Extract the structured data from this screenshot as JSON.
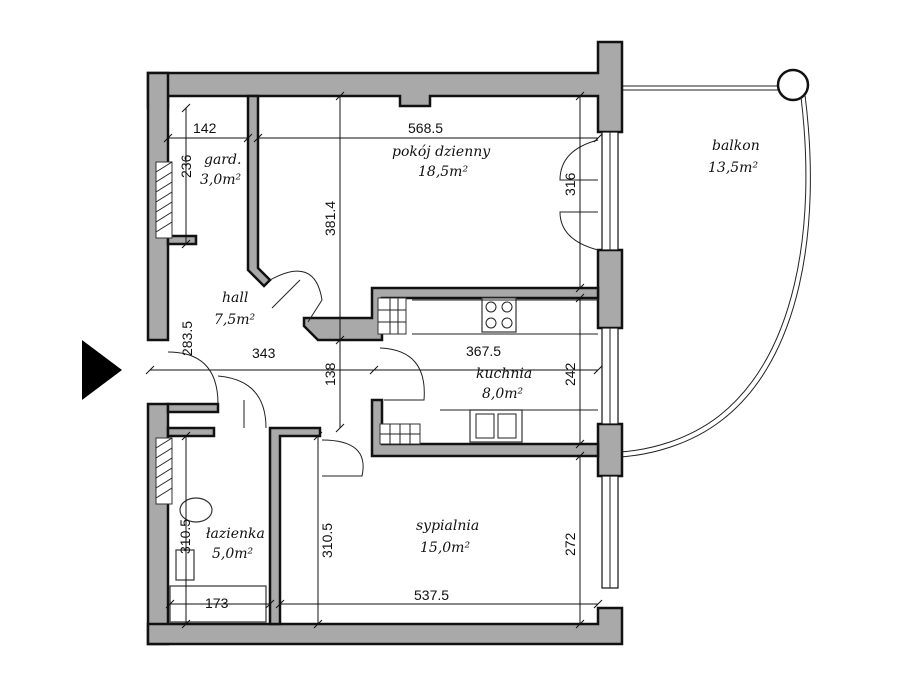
{
  "rooms": {
    "garderoba": {
      "name": "gard.",
      "area": "3,0m²"
    },
    "pokoj": {
      "name": "pokój dzienny",
      "area": "18,5m²"
    },
    "balkon": {
      "name": "balkon",
      "area": "13,5m²"
    },
    "hall": {
      "name": "hall",
      "area": "7,5m²"
    },
    "kuchnia": {
      "name": "kuchnia",
      "area": "8,0m²"
    },
    "lazienka": {
      "name": "łazienka",
      "area": "5,0m²"
    },
    "sypialnia": {
      "name": "sypialnia",
      "area": "15,0m²"
    }
  },
  "dimensions": {
    "garderoba_width": "142",
    "garderoba_depth": "236",
    "pokoj_width": "568.5",
    "pokoj_depth": "381.4",
    "pokoj_window": "316",
    "hall_depth": "283.5",
    "hall_width": "343",
    "kuchnia_width": "367.5",
    "kuchnia_depth": "242",
    "corridor": "138",
    "lazienka_depth": "310.5",
    "lazienka_width": "173",
    "sypialnia_depth_left": "310.5",
    "sypialnia_width": "537.5",
    "sypialnia_depth_right": "272"
  },
  "entrance": {
    "icon": "entrance-arrow-icon"
  }
}
